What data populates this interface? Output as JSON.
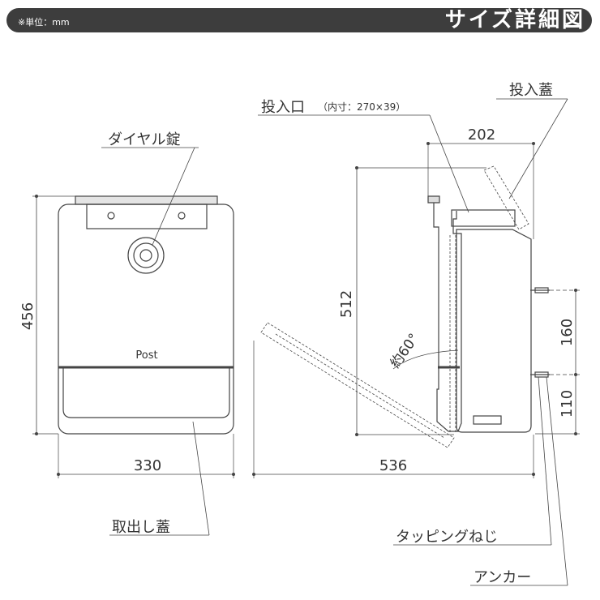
{
  "header": {
    "unit_note": "※単位：mm",
    "title": "サイズ詳細図"
  },
  "front_view": {
    "post_label": "Post",
    "dim_height": "456",
    "dim_width": "330",
    "callout_lock": "ダイヤル錠",
    "callout_takeout_lid": "取出し蓋"
  },
  "side_view": {
    "callout_slot": "投入口",
    "callout_slot_size": "（内寸：270×39）",
    "callout_slot_lid": "投入蓋",
    "dim_depth_top": "202",
    "dim_height": "512",
    "dim_total_depth": "536",
    "dim_screw_spacing": "160",
    "dim_bottom_offset": "110",
    "angle_label": "約60°",
    "callout_screw": "タッピングねじ",
    "callout_anchor": "アンカー"
  }
}
